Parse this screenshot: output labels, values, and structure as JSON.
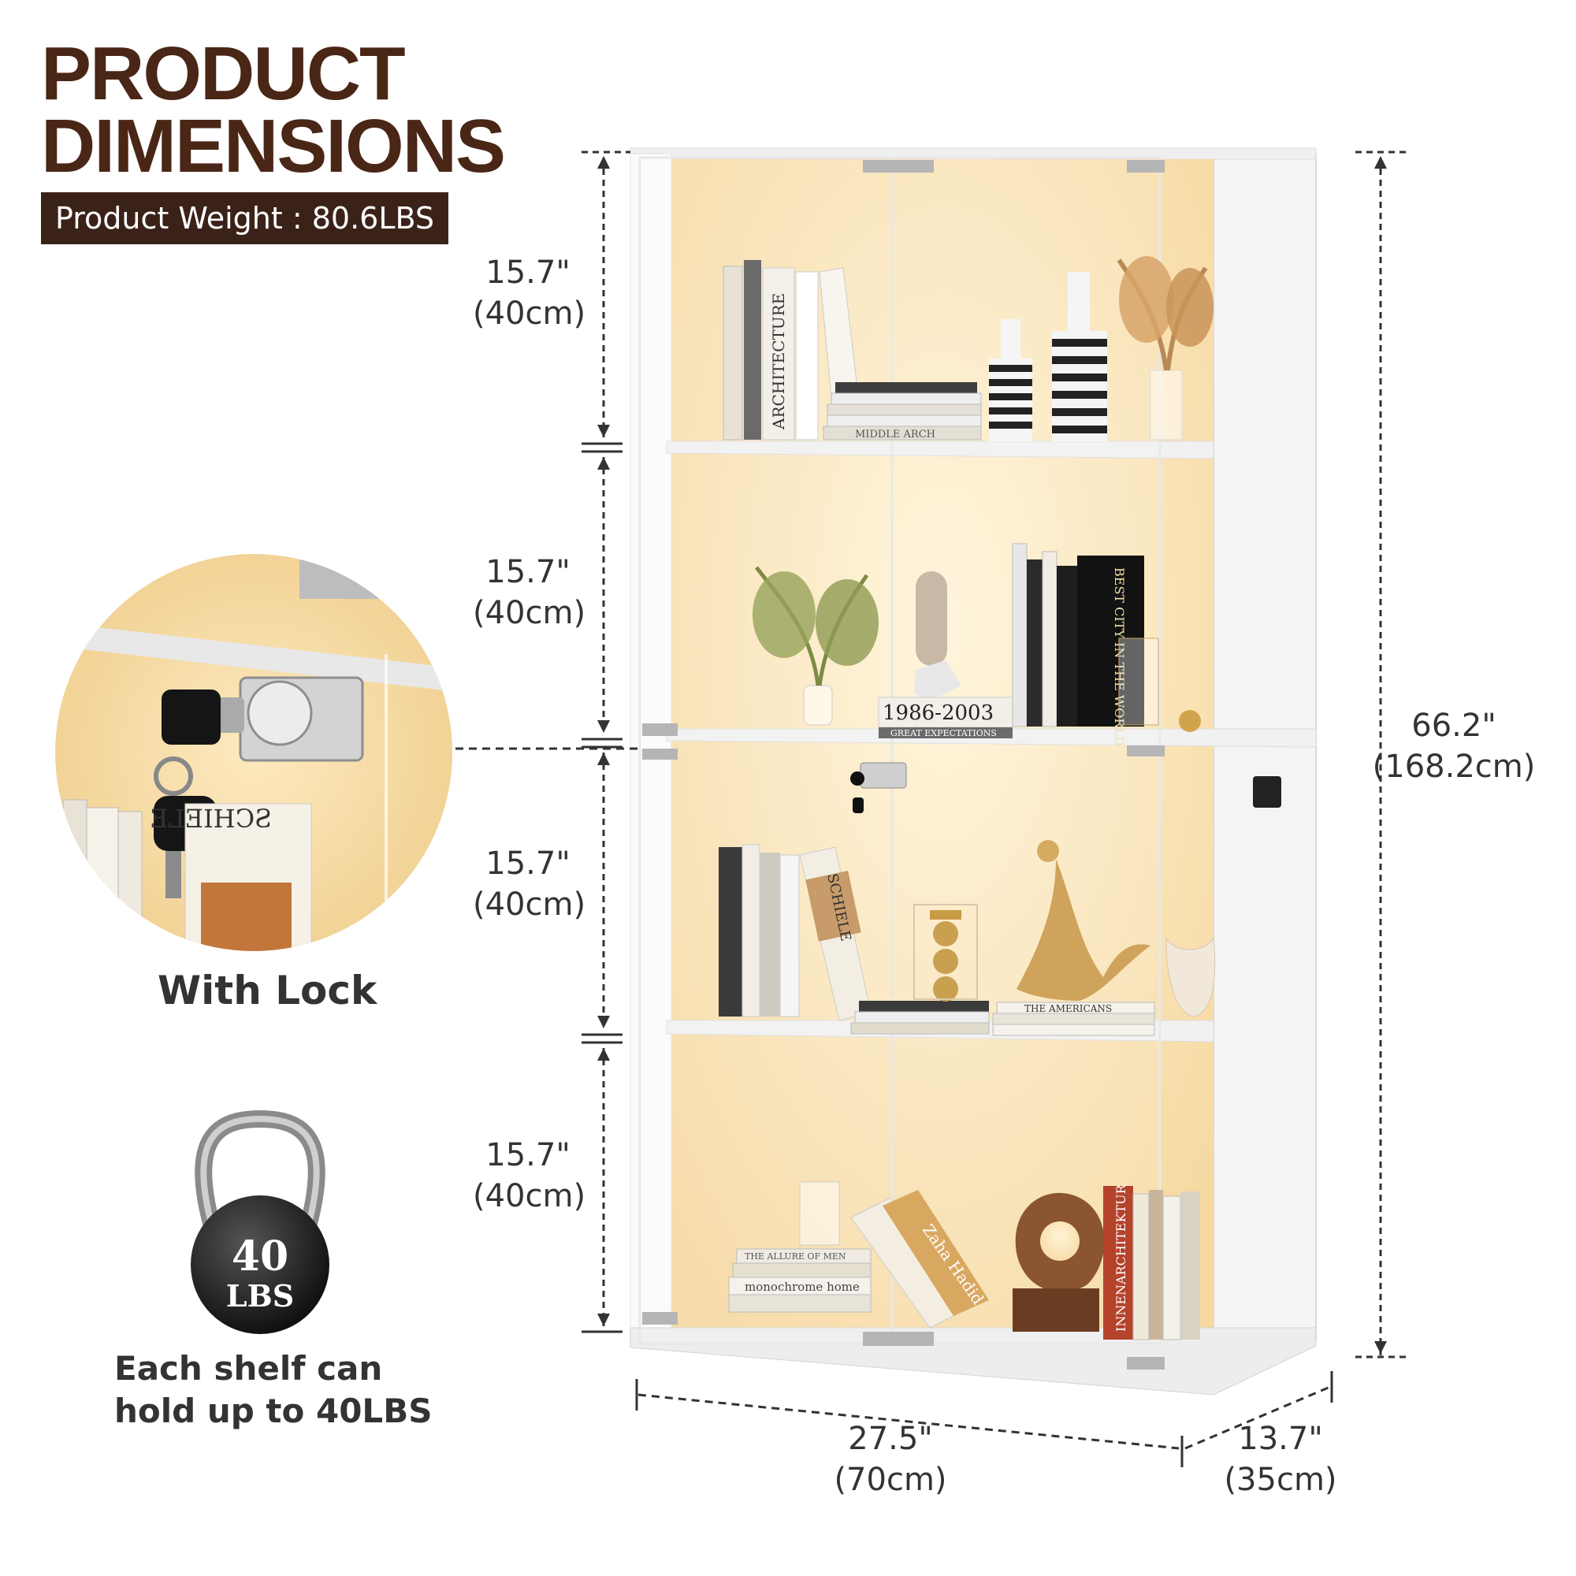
{
  "header": {
    "title_line1": "PRODUCT",
    "title_line2": "DIMENSIONS",
    "weight_label": "Product Weight : 80.6LBS"
  },
  "dimensions": {
    "shelf1_in": "15.7\"",
    "shelf1_cm": "(40cm)",
    "shelf2_in": "15.7\"",
    "shelf2_cm": "(40cm)",
    "shelf3_in": "15.7\"",
    "shelf3_cm": "(40cm)",
    "shelf4_in": "15.7\"",
    "shelf4_cm": "(40cm)",
    "height_in": "66.2\"",
    "height_cm": "(168.2cm)",
    "width_in": "27.5\"",
    "width_cm": "(70cm)",
    "depth_in": "13.7\"",
    "depth_cm": "(35cm)"
  },
  "features": {
    "lock_label": "With Lock",
    "kettlebell_value": "40",
    "kettlebell_unit": "LBS",
    "capacity_line1": "Each shelf can",
    "capacity_line2": "hold up to 40LBS"
  },
  "book_spines": {
    "architecture": "ARCHITECTURE",
    "middle": "MIDDLE ARCH",
    "years": "1986-2003",
    "great": "GREAT EXPECTATIONS",
    "best": "BEST CITY IN THE WORLD",
    "schiele": "SCHIELE",
    "americans": "THE AMERICANS",
    "monochrome": "monochrome home",
    "allure": "THE ALLURE OF MEN",
    "zaha": "Zaha Hadid",
    "innen": "INNENARCHITEKTUR"
  },
  "colors": {
    "brand": "#4a2616",
    "badge": "#3b2218",
    "glow": "#ffe8b8",
    "cabinet": "#f2f2f2"
  }
}
